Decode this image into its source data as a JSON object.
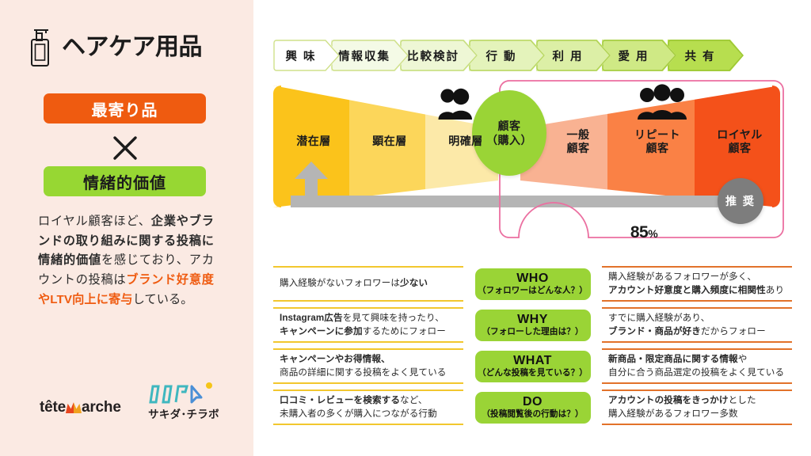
{
  "left_panel": {
    "bg_color": "#fbeae3",
    "icon_name": "pump-bottle-icon",
    "title": "ヘアケア用品",
    "pill_primary": {
      "label": "最寄り品",
      "color": "#ef5b10",
      "text_color": "#ffffff"
    },
    "cross_symbol": "×",
    "pill_secondary": {
      "label": "情緒的価値",
      "color": "#97d733",
      "text_color": "#1c1c1c"
    },
    "body_copy": {
      "segments": [
        {
          "text": "ロイヤル顧客ほど、",
          "style": "normal"
        },
        {
          "text": "企業やブランドの取り組みに関する投稿に情緒的価値",
          "style": "bold"
        },
        {
          "text": "を感じており、アカウントの投稿は",
          "style": "normal"
        },
        {
          "text": "ブランド好意度やLTV向上に寄与",
          "style": "highlight"
        },
        {
          "text": "している。",
          "style": "normal"
        }
      ],
      "highlight_color": "#ef5b10"
    },
    "logos": {
      "primary": "têteMarche",
      "primary_parts": {
        "pre": "tête",
        "mark": "crown-icon",
        "post": "arche"
      },
      "secondary_mark": "saki-labo-mark-icon",
      "secondary_text": "サキダ･チラボ"
    }
  },
  "journey": {
    "stages": [
      {
        "label": "興 味",
        "fill": "#ffffff",
        "border": "#cfe08a",
        "width": 84
      },
      {
        "label": "情報収集",
        "fill": "#f4fae6",
        "border": "#cfe08a",
        "width": 98
      },
      {
        "label": "比較検討",
        "fill": "#eef7d5",
        "border": "#c6dd7c",
        "width": 98
      },
      {
        "label": "行 動",
        "fill": "#e4f3bb",
        "border": "#b9d762",
        "width": 96
      },
      {
        "label": "利 用",
        "fill": "#dcefa6",
        "border": "#b0d253",
        "width": 94
      },
      {
        "label": "愛 用",
        "fill": "#cfe985",
        "border": "#a4cb3f",
        "width": 94
      },
      {
        "label": "共 有",
        "fill": "#b7de4f",
        "border": "#9cc634",
        "width": 96
      }
    ]
  },
  "funnel": {
    "segments": [
      {
        "label": "潜在層",
        "color": "#fbc31b"
      },
      {
        "label": "顕在層",
        "color": "#fcd65a"
      },
      {
        "label": "明確層",
        "color": "#fce9a8"
      },
      {
        "label": "一般\n顧客",
        "color": "#f9b292"
      },
      {
        "label": "リピート\n顧客",
        "color": "#fa8145"
      },
      {
        "label": "ロイヤル\n顧客",
        "color": "#f4511a"
      }
    ],
    "hub": {
      "line1": "顧客",
      "line2": "（購入）",
      "color": "#9ad436"
    },
    "people_small_icon": "two-people-icon",
    "people_large_icon": "three-people-icon",
    "recommend_badge": {
      "label": "推 奨",
      "color": "#7d7d7d"
    },
    "percent": {
      "value": "85",
      "unit": "%"
    },
    "frame_color": "#eb6fa0",
    "baseline_arrow_color": "#b5b5b5"
  },
  "matrix": {
    "rows": [
      {
        "left": [
          {
            "text": "購入経験がないフォロワーは",
            "style": "normal"
          },
          {
            "text": "少ない",
            "style": "bold"
          }
        ],
        "question": {
          "main": "WHO",
          "sub": "（フォロワーはどんな人？）"
        },
        "right": [
          {
            "text": "購入経験があるフォロワーが多く、",
            "style": "normal",
            "br": true
          },
          {
            "text": "アカウント好意度と購入頻度に相関性",
            "style": "bold"
          },
          {
            "text": "あり",
            "style": "normal"
          }
        ]
      },
      {
        "left": [
          {
            "text": "Instagram広告",
            "style": "bold"
          },
          {
            "text": "を見て興味を持ったり、",
            "style": "normal",
            "br": true
          },
          {
            "text": "キャンペーンに参加",
            "style": "bold"
          },
          {
            "text": "するためにフォロー",
            "style": "normal"
          }
        ],
        "question": {
          "main": "WHY",
          "sub": "（フォローした理由は？）"
        },
        "right": [
          {
            "text": "すでに購入経験があり、",
            "style": "normal",
            "br": true
          },
          {
            "text": "ブランド・商品が好き",
            "style": "bold"
          },
          {
            "text": "だからフォロー",
            "style": "normal"
          }
        ]
      },
      {
        "left": [
          {
            "text": "キャンペーンやお得情報、",
            "style": "bold",
            "br": true
          },
          {
            "text": "商品の詳細に関する投稿をよく見ている",
            "style": "normal"
          }
        ],
        "question": {
          "main": "WHAT",
          "sub": "（どんな投稿を見ている？）"
        },
        "right": [
          {
            "text": "新商品・限定商品に関する情報",
            "style": "bold"
          },
          {
            "text": "や",
            "style": "normal",
            "br": true
          },
          {
            "text": "自分に合う商品選定の投稿をよく見ている",
            "style": "normal"
          }
        ]
      },
      {
        "left": [
          {
            "text": "口コミ・レビューを検索する",
            "style": "bold"
          },
          {
            "text": "など、",
            "style": "normal",
            "br": true
          },
          {
            "text": "未購入者の多くが購入につながる行動",
            "style": "normal"
          }
        ],
        "question": {
          "main": "DO",
          "sub": "（投稿閲覧後の行動は？）"
        },
        "right": [
          {
            "text": "アカウントの投稿をきっかけ",
            "style": "bold"
          },
          {
            "text": "とした",
            "style": "normal",
            "br": true
          },
          {
            "text": "購入経験があるフォロワー多数",
            "style": "normal"
          }
        ]
      }
    ],
    "left_border_color": "#f2c72e",
    "right_border_color": "#e2722a",
    "question_color": "#9ad436"
  }
}
